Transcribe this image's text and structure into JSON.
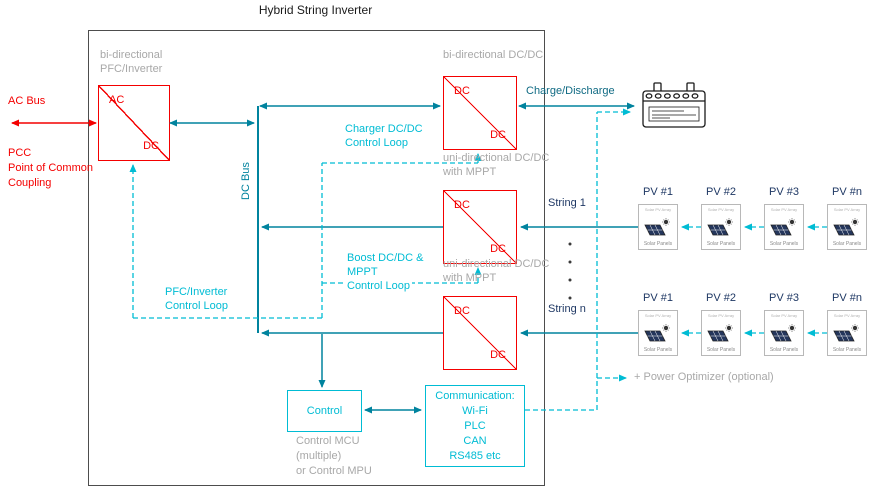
{
  "title": "Hybrid String Inverter",
  "colors": {
    "red": "#f40000",
    "teal": "#00839e",
    "cyan": "#00bcd4",
    "gray": "#a8a8a8",
    "navy": "#1f3864",
    "charge": "#0f6a83",
    "ink": "#1a1a1a"
  },
  "left": {
    "ac_bus": "AC Bus",
    "pcc": [
      "PCC",
      "Point of Common",
      "Coupling"
    ]
  },
  "inverter": {
    "pfc_label": [
      "bi-directional",
      "PFC/Inverter"
    ],
    "pfc_box": {
      "top": "AC",
      "bottom": "DC"
    },
    "dc_bus": "DC Bus",
    "converters": [
      {
        "label": [
          "bi-directional DC/DC"
        ],
        "top": "DC",
        "bottom": "DC"
      },
      {
        "label": [
          "uni-directional DC/DC",
          "with MPPT"
        ],
        "top": "DC",
        "bottom": "DC"
      },
      {
        "label": [
          "uni-directional DC/DC",
          "with MPPT"
        ],
        "top": "DC",
        "bottom": "DC"
      }
    ],
    "loops": {
      "charger": [
        "Charger DC/DC",
        "Control Loop"
      ],
      "boost": [
        "Boost DC/DC &",
        "MPPT",
        "Control Loop"
      ],
      "pfc": [
        "PFC/Inverter",
        "Control Loop"
      ]
    },
    "control": "Control",
    "comm": [
      "Communication:",
      "Wi-Fi",
      "PLC",
      "CAN",
      "RS485 etc"
    ],
    "mcu_note": [
      "Control MCU",
      "(multiple)",
      "or Control MPU"
    ]
  },
  "right": {
    "charge_discharge": "Charge/Discharge",
    "strings": [
      {
        "label": "String 1",
        "pv": [
          "PV #1",
          "PV #2",
          "PV #3",
          "PV #n"
        ]
      },
      {
        "label": "String n",
        "pv": [
          "PV #1",
          "PV #2",
          "PV #3",
          "PV #n"
        ]
      }
    ],
    "pv_icon_caption_top": "Solar PV Array",
    "pv_icon_caption_bottom": "Solar Panels",
    "optimizer": "+ Power Optimizer (optional)"
  }
}
